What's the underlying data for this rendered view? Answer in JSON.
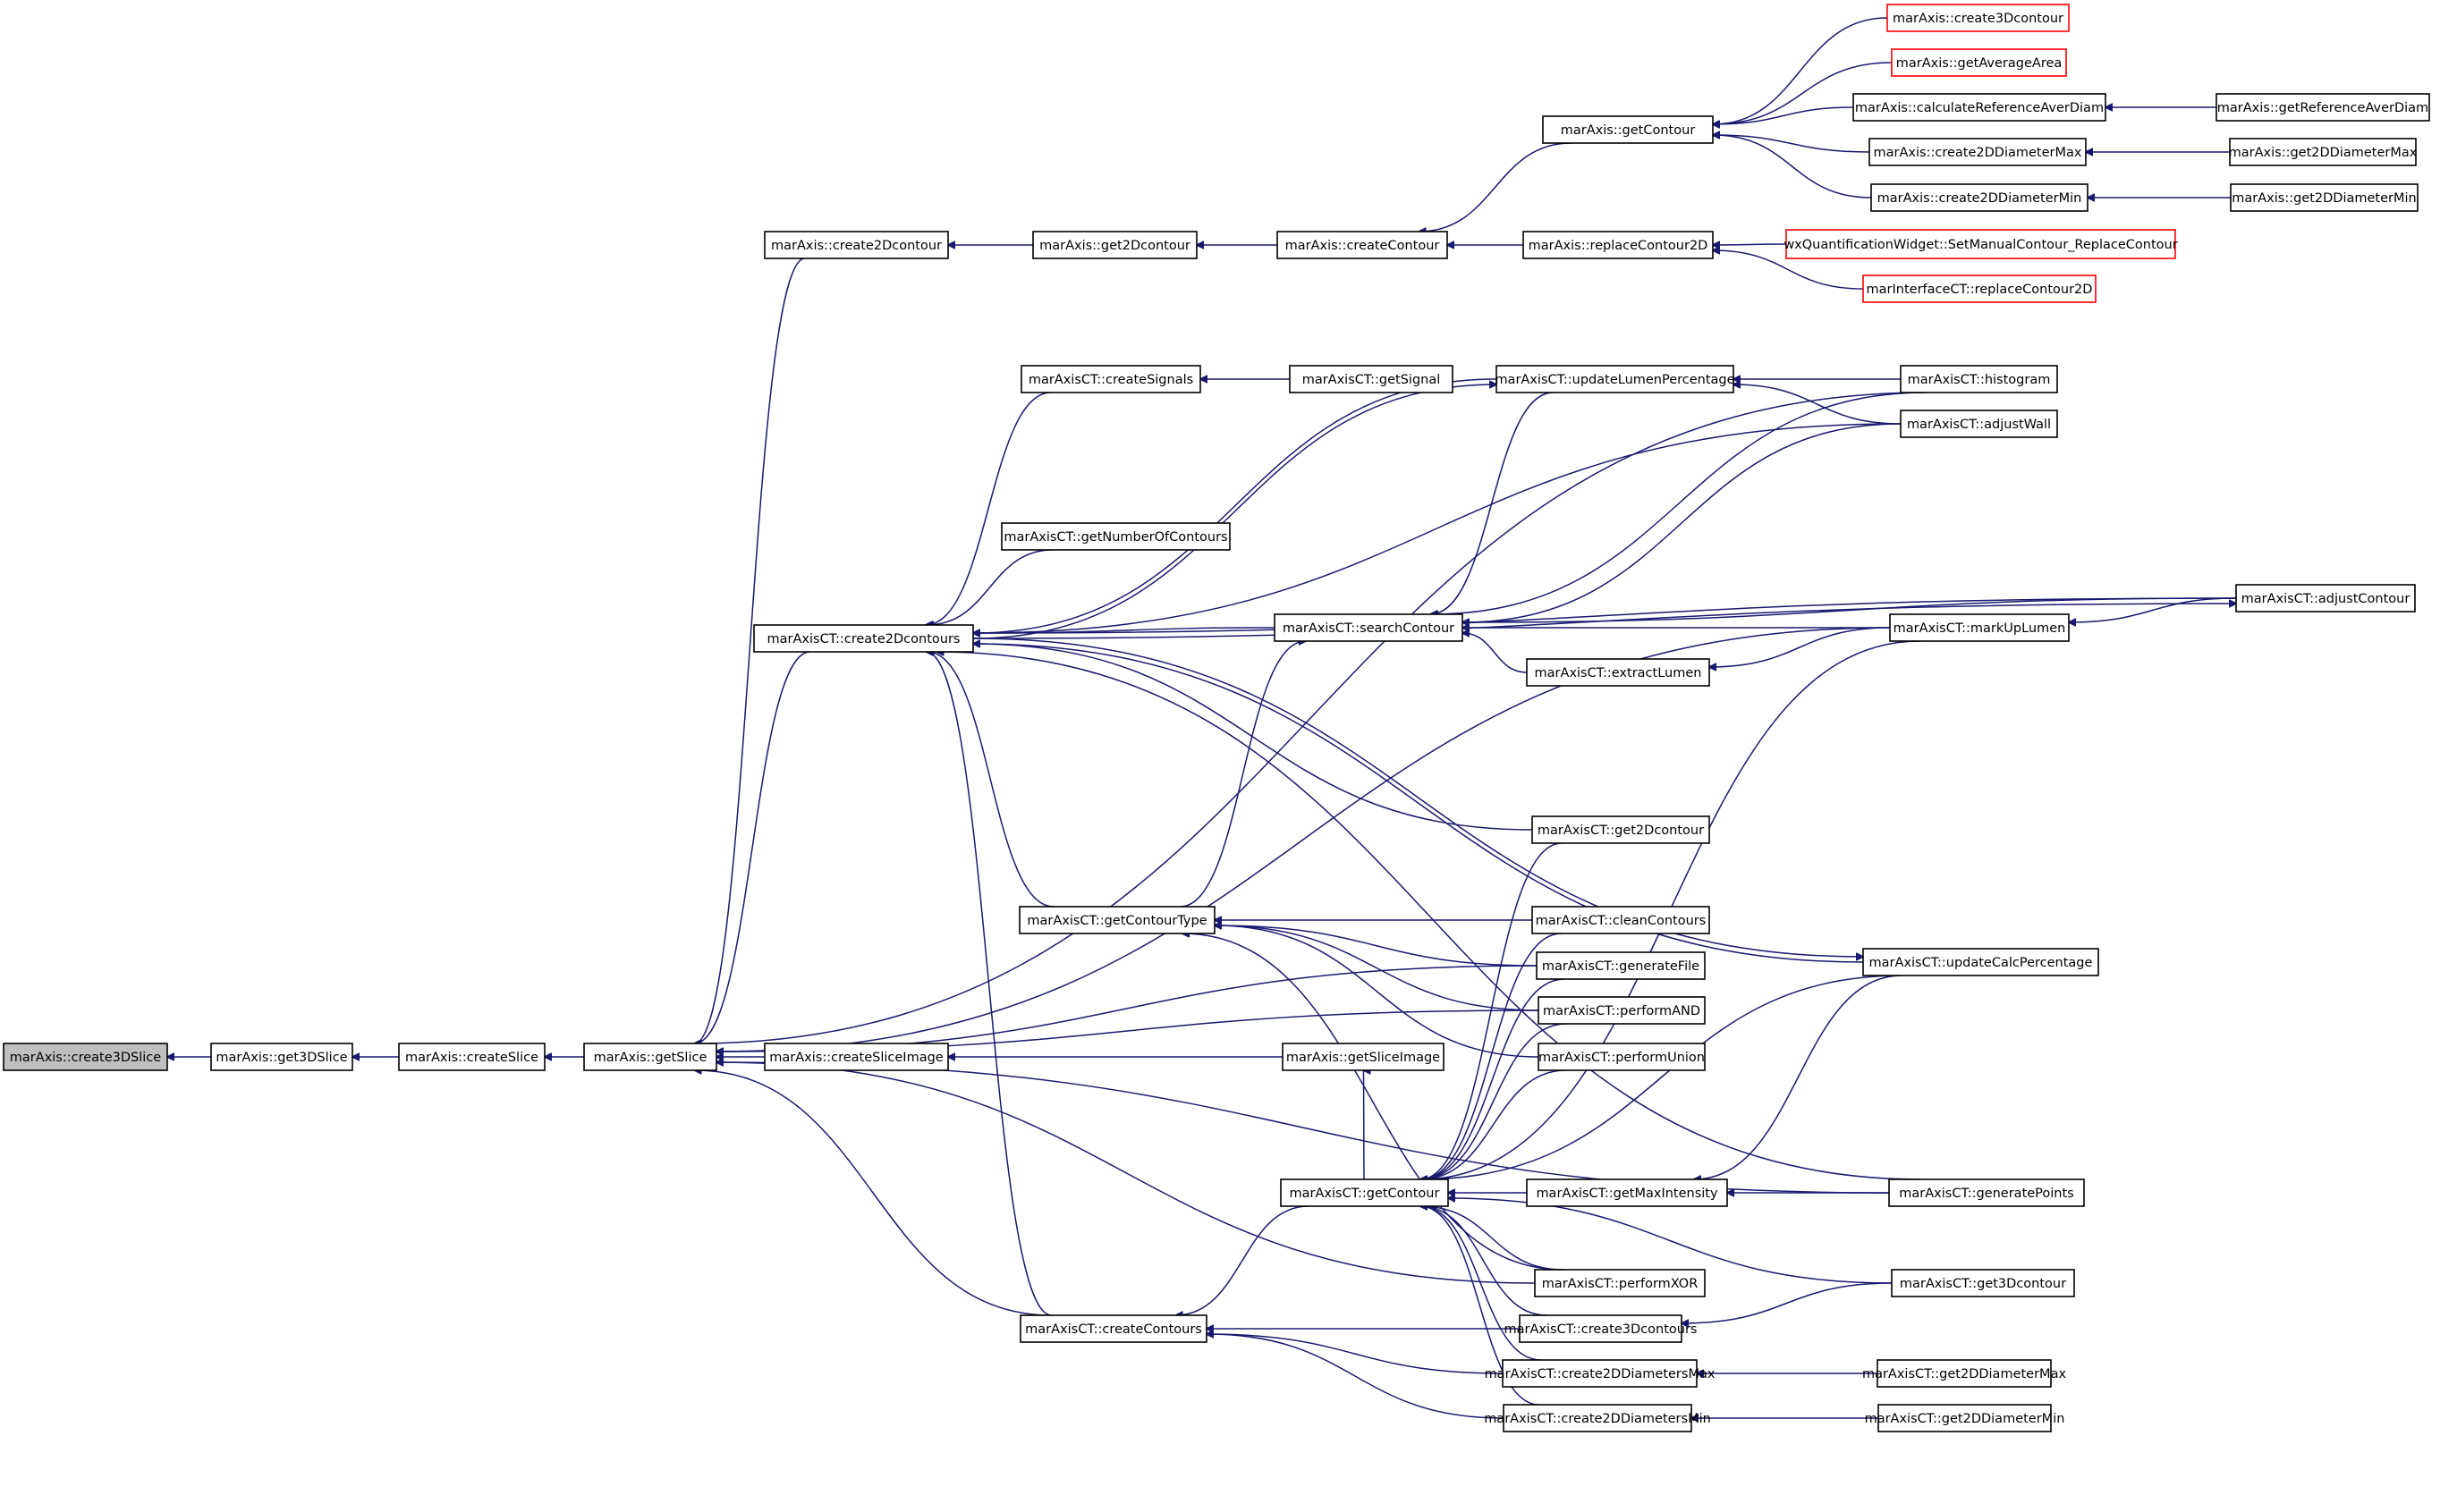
{
  "title": "Caller graph: marAxis::create3DSlice",
  "colors": {
    "edge": "#191970",
    "root_fill": "#bfbfbf",
    "external_border": "#ff0000",
    "node_border": "#000000"
  },
  "nodes": [
    {
      "id": "create3DSlice",
      "label": "marAxis::create3DSlice",
      "kind": "root"
    },
    {
      "id": "get3DSlice",
      "label": "marAxis::get3DSlice"
    },
    {
      "id": "createSlice",
      "label": "marAxis::createSlice"
    },
    {
      "id": "getSlice",
      "label": "marAxis::getSlice"
    },
    {
      "id": "create2Dcontour",
      "label": "marAxis::create2Dcontour"
    },
    {
      "id": "get2Dcontour",
      "label": "marAxis::get2Dcontour"
    },
    {
      "id": "createContour",
      "label": "marAxis::createContour"
    },
    {
      "id": "getContour",
      "label": "marAxis::getContour"
    },
    {
      "id": "create3Dcontour",
      "label": "marAxis::create3Dcontour",
      "kind": "external"
    },
    {
      "id": "getAverageArea",
      "label": "marAxis::getAverageArea",
      "kind": "external"
    },
    {
      "id": "calculateReferenceAverDiam",
      "label": "marAxis::calculateReferenceAverDiam"
    },
    {
      "id": "getReferenceAverDiam",
      "label": "marAxis::getReferenceAverDiam"
    },
    {
      "id": "create2DDiameterMax",
      "label": "marAxis::create2DDiameterMax"
    },
    {
      "id": "get2DDiameterMax",
      "label": "marAxis::get2DDiameterMax"
    },
    {
      "id": "create2DDiameterMin",
      "label": "marAxis::create2DDiameterMin"
    },
    {
      "id": "get2DDiameterMin",
      "label": "marAxis::get2DDiameterMin"
    },
    {
      "id": "replaceContour2D",
      "label": "marAxis::replaceContour2D"
    },
    {
      "id": "wxSetManual",
      "label": "wxQuantificationWidget::SetManualContour_ReplaceContour",
      "kind": "external"
    },
    {
      "id": "ifReplace",
      "label": "marInterfaceCT::replaceContour2D",
      "kind": "external"
    },
    {
      "id": "ctCreateSignals",
      "label": "marAxisCT::createSignals"
    },
    {
      "id": "ctGetSignal",
      "label": "marAxisCT::getSignal"
    },
    {
      "id": "ctUpdateLumen",
      "label": "marAxisCT::updateLumenPercentage"
    },
    {
      "id": "ctHistogram",
      "label": "marAxisCT::histogram"
    },
    {
      "id": "ctAdjustWall",
      "label": "marAxisCT::adjustWall"
    },
    {
      "id": "ctGetNumberOfContours",
      "label": "marAxisCT::getNumberOfContours"
    },
    {
      "id": "ctCreate2Dcontours",
      "label": "marAxisCT::create2Dcontours"
    },
    {
      "id": "ctSearchContour",
      "label": "marAxisCT::searchContour"
    },
    {
      "id": "ctAdjustContour",
      "label": "marAxisCT::adjustContour"
    },
    {
      "id": "ctMarkUpLumen",
      "label": "marAxisCT::markUpLumen"
    },
    {
      "id": "ctExtractLumen",
      "label": "marAxisCT::extractLumen"
    },
    {
      "id": "ctGet2Dcontour",
      "label": "marAxisCT::get2Dcontour"
    },
    {
      "id": "ctGetContourType",
      "label": "marAxisCT::getContourType"
    },
    {
      "id": "ctCleanContours",
      "label": "marAxisCT::cleanContours"
    },
    {
      "id": "ctGenerateFile",
      "label": "marAxisCT::generateFile"
    },
    {
      "id": "ctUpdateCalc",
      "label": "marAxisCT::updateCalcPercentage"
    },
    {
      "id": "ctPerformAND",
      "label": "marAxisCT::performAND"
    },
    {
      "id": "createSliceImage",
      "label": "marAxis::createSliceImage"
    },
    {
      "id": "getSliceImage",
      "label": "marAxis::getSliceImage"
    },
    {
      "id": "ctPerformUnion",
      "label": "marAxisCT::performUnion"
    },
    {
      "id": "ctGetContour",
      "label": "marAxisCT::getContour"
    },
    {
      "id": "ctGetMaxIntensity",
      "label": "marAxisCT::getMaxIntensity"
    },
    {
      "id": "ctGeneratePoints",
      "label": "marAxisCT::generatePoints"
    },
    {
      "id": "ctPerformXOR",
      "label": "marAxisCT::performXOR"
    },
    {
      "id": "ctGet3Dcontour",
      "label": "marAxisCT::get3Dcontour"
    },
    {
      "id": "ctCreateContours",
      "label": "marAxisCT::createContours"
    },
    {
      "id": "ctCreate3Dcontours",
      "label": "marAxisCT::create3Dcontours"
    },
    {
      "id": "ctCreate2DDiamMax",
      "label": "marAxisCT::create2DDiametersMax"
    },
    {
      "id": "ctGet2DDiamMax",
      "label": "marAxisCT::get2DDiameterMax"
    },
    {
      "id": "ctCreate2DDiamMin",
      "label": "marAxisCT::create2DDiametersMin"
    },
    {
      "id": "ctGet2DDiamMin",
      "label": "marAxisCT::get2DDiameterMin"
    }
  ],
  "edges": [
    [
      "get3DSlice",
      "create3DSlice"
    ],
    [
      "createSlice",
      "get3DSlice"
    ],
    [
      "getSlice",
      "createSlice"
    ],
    [
      "createSliceImage",
      "getSlice"
    ],
    [
      "getSliceImage",
      "createSliceImage"
    ],
    [
      "create2Dcontour",
      "getSlice"
    ],
    [
      "ctCreate2Dcontours",
      "getSlice"
    ],
    [
      "ctHistogram",
      "getSlice"
    ],
    [
      "ctMarkUpLumen",
      "getSlice"
    ],
    [
      "ctGenerateFile",
      "getSlice"
    ],
    [
      "ctPerformAND",
      "getSlice"
    ],
    [
      "ctPerformXOR",
      "getSlice"
    ],
    [
      "ctCreateContours",
      "getSlice"
    ],
    [
      "ctGeneratePoints",
      "getSlice"
    ],
    [
      "get2Dcontour",
      "create2Dcontour"
    ],
    [
      "createContour",
      "get2Dcontour"
    ],
    [
      "getContour",
      "createContour"
    ],
    [
      "replaceContour2D",
      "createContour"
    ],
    [
      "create3Dcontour",
      "getContour"
    ],
    [
      "getAverageArea",
      "getContour"
    ],
    [
      "calculateReferenceAverDiam",
      "getContour"
    ],
    [
      "create2DDiameterMax",
      "getContour"
    ],
    [
      "create2DDiameterMin",
      "getContour"
    ],
    [
      "getReferenceAverDiam",
      "calculateReferenceAverDiam"
    ],
    [
      "get2DDiameterMax",
      "create2DDiameterMax"
    ],
    [
      "get2DDiameterMin",
      "create2DDiameterMin"
    ],
    [
      "wxSetManual",
      "replaceContour2D"
    ],
    [
      "ifReplace",
      "replaceContour2D"
    ],
    [
      "ctCreateSignals",
      "ctCreate2Dcontours"
    ],
    [
      "ctGetSignal",
      "ctCreateSignals"
    ],
    [
      "ctUpdateLumen",
      "ctCreate2Dcontours"
    ],
    [
      "ctCreate2Dcontours",
      "ctUpdateLumen"
    ],
    [
      "ctHistogram",
      "ctUpdateLumen"
    ],
    [
      "ctAdjustWall",
      "ctUpdateLumen"
    ],
    [
      "ctGetNumberOfContours",
      "ctCreate2Dcontours"
    ],
    [
      "ctAdjustWall",
      "ctCreate2Dcontours"
    ],
    [
      "ctGet2Dcontour",
      "ctCreate2Dcontours"
    ],
    [
      "ctSearchContour",
      "ctCreate2Dcontours"
    ],
    [
      "ctAdjustContour",
      "ctCreate2Dcontours"
    ],
    [
      "ctCreate2Dcontours",
      "ctAdjustContour"
    ],
    [
      "ctUpdateCalc",
      "ctCreate2Dcontours"
    ],
    [
      "ctCreate2Dcontours",
      "ctUpdateCalc"
    ],
    [
      "ctGeneratePoints",
      "ctCreate2Dcontours"
    ],
    [
      "ctGetContourType",
      "ctCreate2Dcontours"
    ],
    [
      "ctCreateContours",
      "ctCreate2Dcontours"
    ],
    [
      "ctUpdateLumen",
      "ctSearchContour"
    ],
    [
      "ctHistogram",
      "ctSearchContour"
    ],
    [
      "ctAdjustWall",
      "ctSearchContour"
    ],
    [
      "ctMarkUpLumen",
      "ctSearchContour"
    ],
    [
      "ctExtractLumen",
      "ctSearchContour"
    ],
    [
      "ctAdjustContour",
      "ctSearchContour"
    ],
    [
      "ctGetContourType",
      "ctSearchContour"
    ],
    [
      "ctMarkUpLumen",
      "ctExtractLumen"
    ],
    [
      "ctAdjustContour",
      "ctMarkUpLumen"
    ],
    [
      "ctCleanContours",
      "ctGetContourType"
    ],
    [
      "ctGenerateFile",
      "ctGetContourType"
    ],
    [
      "ctPerformAND",
      "ctGetContourType"
    ],
    [
      "ctPerformUnion",
      "ctGetContourType"
    ],
    [
      "ctPerformXOR",
      "ctGetContourType"
    ],
    [
      "ctGetContour",
      "getSliceImage"
    ],
    [
      "ctGet2Dcontour",
      "ctGetContour"
    ],
    [
      "ctCleanContours",
      "ctGetContour"
    ],
    [
      "ctGenerateFile",
      "ctGetContour"
    ],
    [
      "ctPerformAND",
      "ctGetContour"
    ],
    [
      "ctPerformUnion",
      "ctGetContour"
    ],
    [
      "ctMarkUpLumen",
      "ctGetContour"
    ],
    [
      "ctUpdateCalc",
      "ctGetContour"
    ],
    [
      "ctGetMaxIntensity",
      "ctGetContour"
    ],
    [
      "ctPerformXOR",
      "ctGetContour"
    ],
    [
      "ctGet3Dcontour",
      "ctGetContour"
    ],
    [
      "ctCreate3Dcontours",
      "ctGetContour"
    ],
    [
      "ctCreate2DDiamMax",
      "ctGetContour"
    ],
    [
      "ctCreate2DDiamMin",
      "ctGetContour"
    ],
    [
      "ctGeneratePoints",
      "ctGetMaxIntensity"
    ],
    [
      "ctUpdateCalc",
      "ctGetMaxIntensity"
    ],
    [
      "ctGetContour",
      "ctCreateContours"
    ],
    [
      "ctCreate3Dcontours",
      "ctCreateContours"
    ],
    [
      "ctCreate2DDiamMax",
      "ctCreateContours"
    ],
    [
      "ctCreate2DDiamMin",
      "ctCreateContours"
    ],
    [
      "ctGet3Dcontour",
      "ctCreate3Dcontours"
    ],
    [
      "ctGet2DDiamMax",
      "ctCreate2DDiamMax"
    ],
    [
      "ctGet2DDiamMin",
      "ctCreate2DDiamMin"
    ]
  ]
}
